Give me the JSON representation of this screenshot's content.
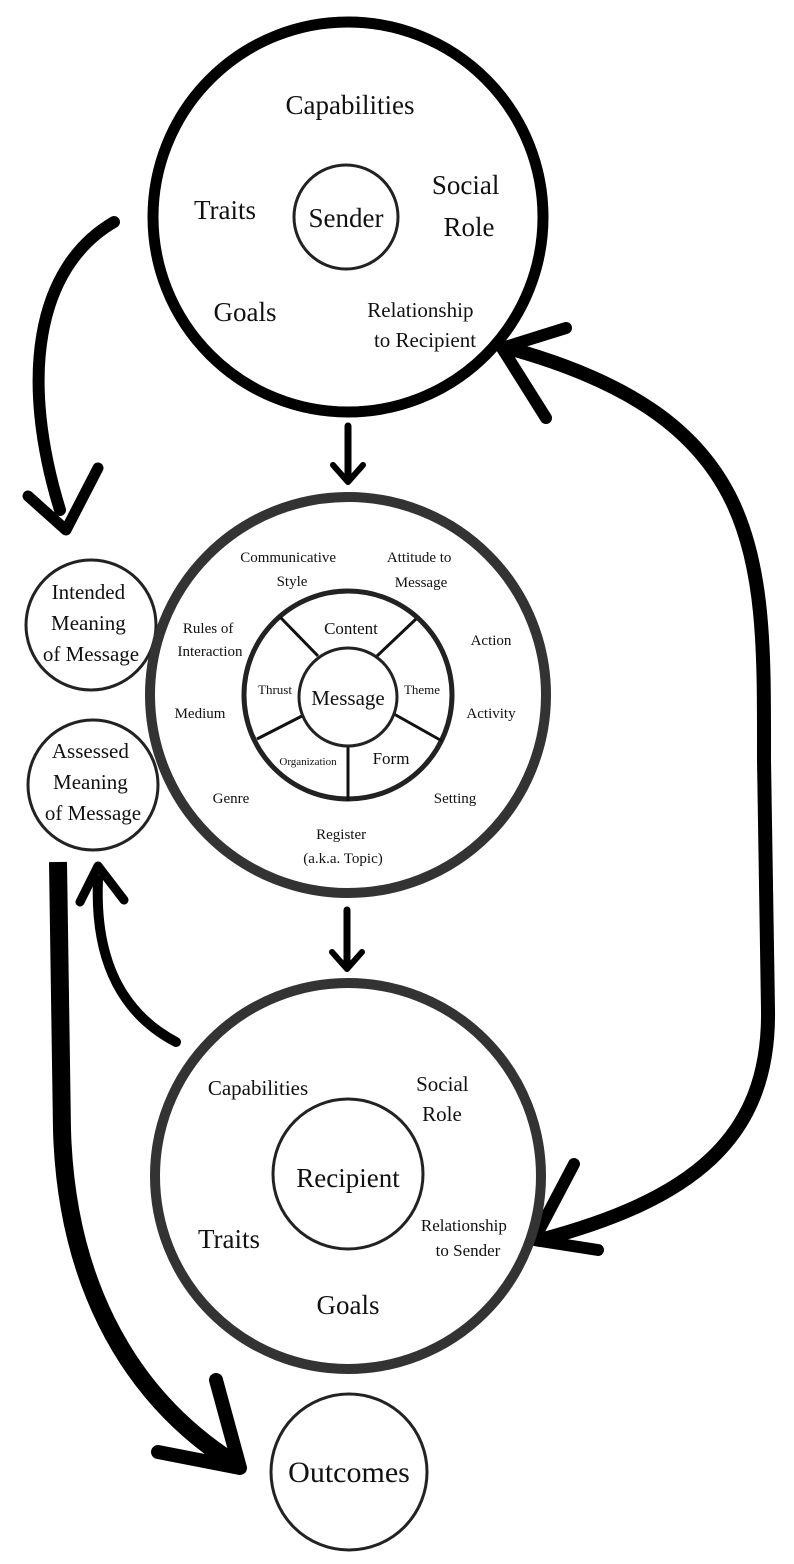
{
  "sender": {
    "center": "Sender",
    "capabilities": "Capabilities",
    "traits": "Traits",
    "social_role": [
      "Social",
      "Role"
    ],
    "goals": "Goals",
    "relationship": [
      "Relationship",
      "to Recipient"
    ]
  },
  "message": {
    "center": "Message",
    "inner": {
      "content": "Content",
      "theme": "Theme",
      "form": "Form",
      "organization": "Organization",
      "thrust": "Thrust"
    },
    "outer": {
      "communicative_style": [
        "Communicative",
        "Style"
      ],
      "attitude": [
        "Attitude to",
        "Message"
      ],
      "rules": [
        "Rules of",
        "Interaction"
      ],
      "action": "Action",
      "medium": "Medium",
      "activity": "Activity",
      "genre": "Genre",
      "setting": "Setting",
      "register": [
        "Register",
        "(a.k.a. Topic)"
      ]
    }
  },
  "intended": [
    "Intended",
    "Meaning",
    "of Message"
  ],
  "assessed": [
    "Assessed",
    "Meaning",
    "of Message"
  ],
  "recipient": {
    "center": "Recipient",
    "capabilities": "Capabilities",
    "social_role": [
      "Social",
      "Role"
    ],
    "traits": "Traits",
    "relationship": [
      "Relationship",
      "to Sender"
    ],
    "goals": "Goals"
  },
  "outcomes": "Outcomes"
}
